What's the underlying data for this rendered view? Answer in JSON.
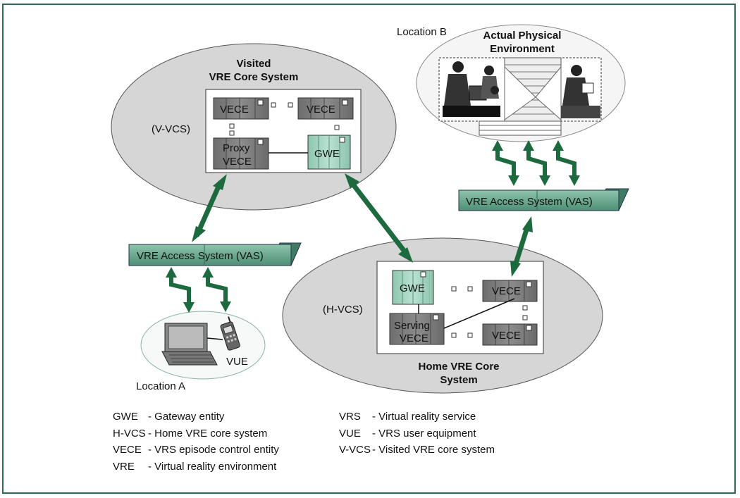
{
  "locations": {
    "a": "Location A",
    "b": "Location B"
  },
  "visited_core": {
    "title_line1": "Visited",
    "title_line2": "VRE Core System",
    "abbr": "(V-VCS)"
  },
  "home_core": {
    "title_line1": "Home VRE Core",
    "title_line2": "System",
    "abbr": "(H-VCS)"
  },
  "physical_env": {
    "line1": "Actual Physical",
    "line2": "Environment"
  },
  "boxes": {
    "vece": "VECE",
    "proxy_line1": "Proxy",
    "proxy_line2": "VECE",
    "gwe": "GWE",
    "serving_line1": "Serving",
    "serving_line2": "VECE"
  },
  "access_system": "VRE Access System (VAS)",
  "vue_label": "VUE",
  "legend": {
    "left": [
      {
        "abbr": "GWE",
        "desc": "- Gateway entity"
      },
      {
        "abbr": "H-VCS",
        "desc": "- Home VRE core system"
      },
      {
        "abbr": "VECE",
        "desc": "- VRS episode control entity"
      },
      {
        "abbr": "VRE",
        "desc": "- Virtual reality environment"
      }
    ],
    "right": [
      {
        "abbr": "VRS",
        "desc": "- Virtual reality service"
      },
      {
        "abbr": "VUE",
        "desc": "- VRS user equipment"
      },
      {
        "abbr": "V-VCS",
        "desc": "- Visited VRE core system"
      }
    ]
  },
  "colors": {
    "frame": "#2f6b4f",
    "ellipse_fill": "#d6d6d6",
    "server_dark": "#7f7f7f",
    "server_green": "#a9d8c4",
    "vas_fill": "#5f9f86",
    "arrow": "#1e6a3f"
  }
}
